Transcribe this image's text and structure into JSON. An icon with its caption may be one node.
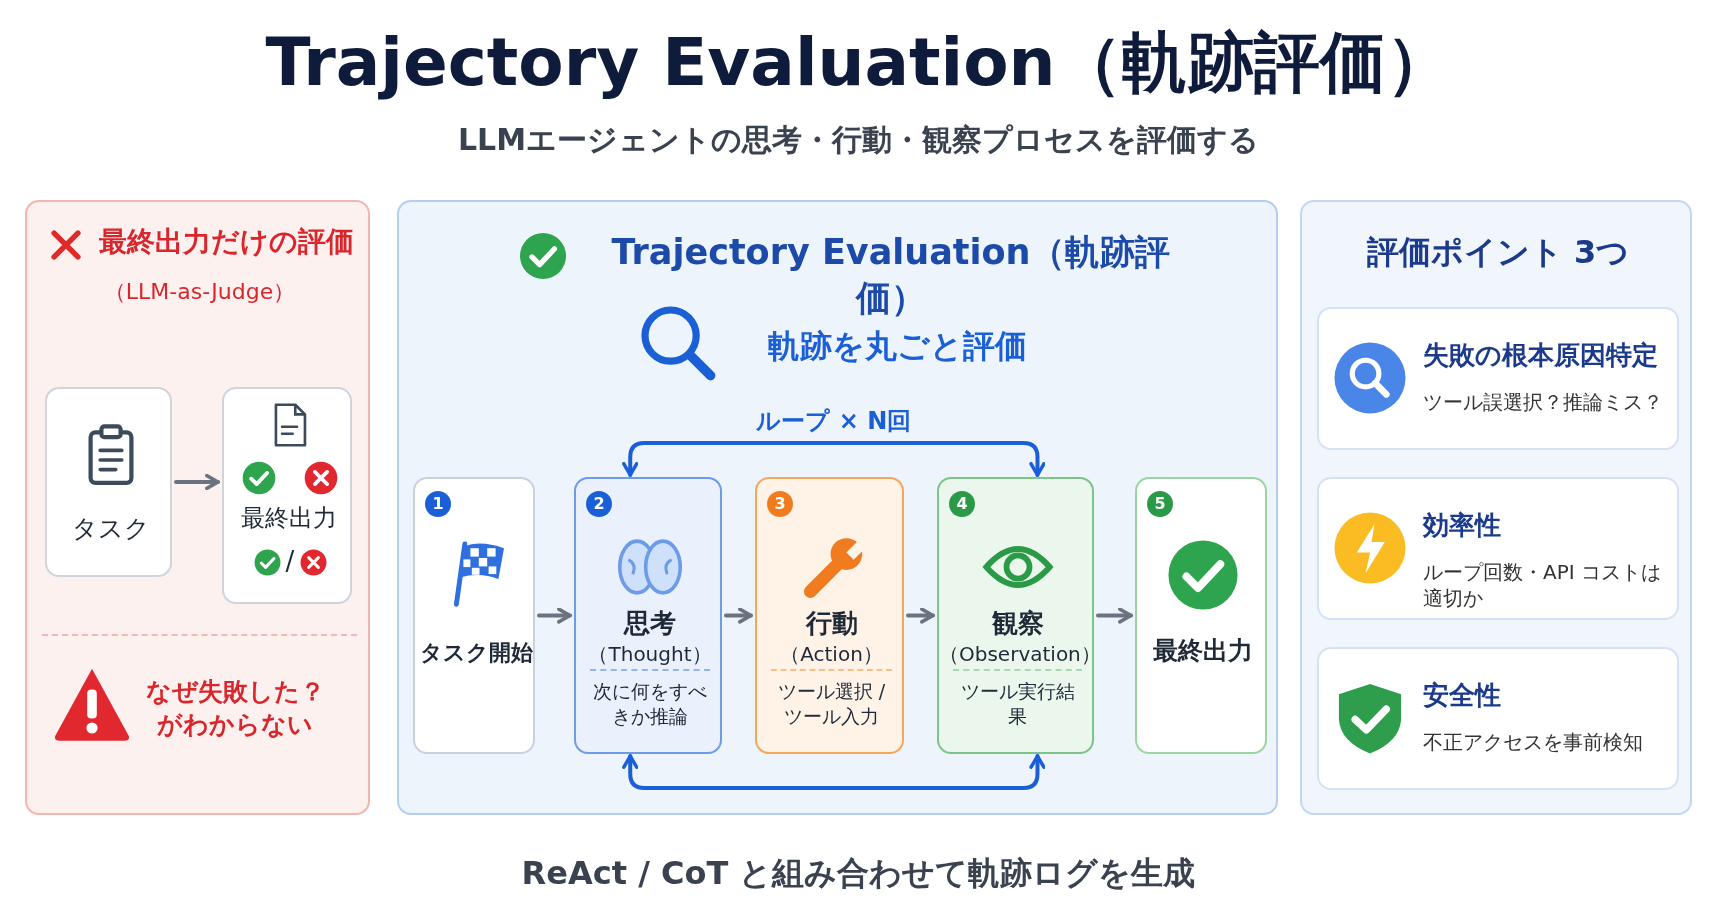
{
  "diagram": {
    "title": "Trajectory Evaluation（軌跡評価）",
    "nodes": [
      {
        "text": [
          "最終出力だけの評価",
          "（LLM-as-Judge）",
          "なぜ失敗した？がわからない"
        ]
      },
      {
        "text": [
          "タスク"
        ],
        "in": 0
      },
      {
        "text": [
          "最終出力",
          "/"
        ],
        "in": 0
      },
      {
        "text": [
          "Trajectory Evaluation（軌跡評価）",
          "軌跡を丸ごと評価"
        ]
      },
      {
        "text": [
          "1",
          "タスク開始"
        ],
        "in": 3
      },
      {
        "text": [
          "2",
          "思考",
          "（Thought）",
          "次に何をすべきか推論"
        ],
        "in": 3
      },
      {
        "text": [
          "3",
          "行動",
          "（Action）",
          "ツール選択 / ツール入力"
        ],
        "in": 3
      },
      {
        "text": [
          "4",
          "観察",
          "（Observation）",
          "ツール実行結果"
        ],
        "in": 3
      },
      {
        "text": [
          "5",
          "最終出力"
        ],
        "in": 3
      },
      {
        "text": [
          "評価ポイント 3つ"
        ]
      },
      {
        "text": [
          "失敗の根本原因特定",
          "ツール誤選択？推論ミス？"
        ],
        "in": 9
      },
      {
        "text": [
          "効率性",
          "ループ回数・API コストは適切か"
        ],
        "in": 9
      },
      {
        "text": [
          "安全性",
          "不正アクセスを事前検知"
        ],
        "in": 9
      }
    ],
    "edges": [
      {
        "from": 1,
        "to": 2,
        "arrow": "to"
      },
      {
        "from": 4,
        "to": 5,
        "arrow": "to"
      },
      {
        "from": 5,
        "to": 6,
        "arrow": "to"
      },
      {
        "from": 6,
        "to": 7,
        "arrow": "to"
      },
      {
        "from": 7,
        "to": 8,
        "arrow": "to"
      },
      {
        "from": 5,
        "to": 7,
        "arrow": "both",
        "label": "ループ × N回",
        "color": "#1a5fd6"
      },
      {
        "from": 5,
        "to": 7,
        "arrow": "both",
        "color": "#1a5fd6"
      }
    ],
    "labels": [
      "LLMエージェントの思考・行動・観察プロセスを評価する"
    ],
    "caption": "ReAct / CoT と組み合わせて軌跡ログを生成"
  }
}
